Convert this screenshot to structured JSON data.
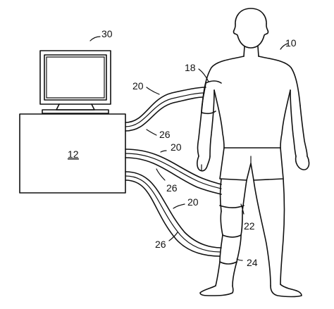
{
  "labels": {
    "person": "10",
    "base_unit": "12",
    "upper_arm_cuff": "18",
    "hose_arm": "20",
    "hose_arm_inner": "26",
    "hose_thigh": "20",
    "hose_thigh_inner": "26",
    "hose_knee": "20",
    "hose_knee_inner": "26",
    "knee_wrap": "22",
    "calf_wrap": "24",
    "monitor": "30"
  }
}
